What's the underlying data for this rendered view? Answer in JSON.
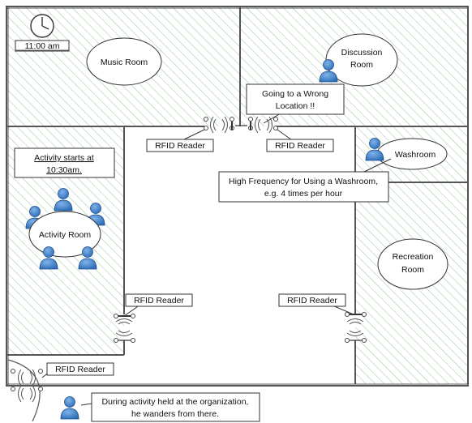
{
  "clock": {
    "time": "11:00 am"
  },
  "rooms": {
    "music": "Music Room",
    "discussion": [
      "Discussion",
      "Room"
    ],
    "washroom": "Washroom",
    "activity": "Activity Room",
    "recreation": [
      "Recreation",
      "Room"
    ]
  },
  "rfid_label": "RFID Reader",
  "callouts": {
    "wrong_location": [
      "Going to a Wrong",
      "Location !!"
    ],
    "washroom_freq": [
      "High Frequency for Using a Washroom,",
      "e.g. 4 times per hour"
    ],
    "activity_start": [
      "Activity starts at",
      "10:30am."
    ],
    "wander": [
      "During activity held at the organization,",
      "he wanders from there."
    ]
  },
  "colors": {
    "wall": "#555555",
    "hatch": "#9cc49c",
    "person": "#3a78c2",
    "person_dark": "#1f4f8f"
  },
  "icons": [
    "clock-icon",
    "person-icon",
    "rfid-reader-icon"
  ]
}
